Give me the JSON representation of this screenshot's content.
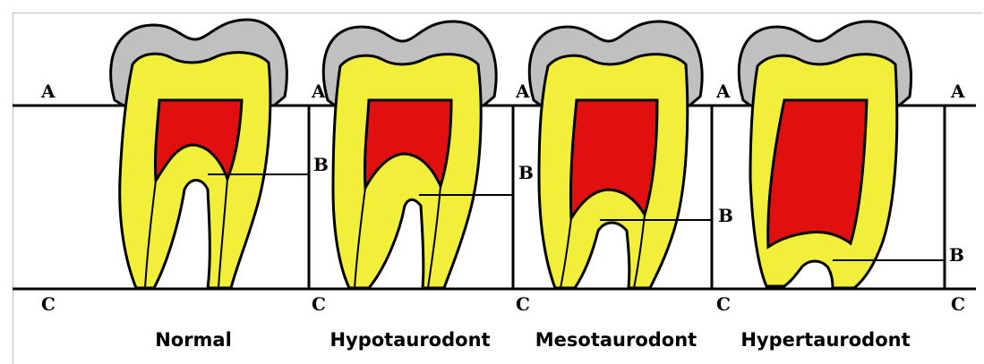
{
  "colors": {
    "enamel": "#c0c0c0",
    "dentin": "#f2ef3a",
    "pulp": "#e01010",
    "outline": "#000000",
    "background": "#ffffff"
  },
  "reference_lines": [
    "A",
    "C"
  ],
  "teeth": [
    {
      "caption": "Normal",
      "label_a": "A",
      "label_b": "B",
      "label_c": "C",
      "pulp_extension": 0.35
    },
    {
      "caption": "Hypotaurodont",
      "label_a": "A",
      "label_b": "B",
      "label_c": "C",
      "pulp_extension": 0.5
    },
    {
      "caption": "Mesotaurodont",
      "label_a": "A",
      "label_b": "B",
      "label_c": "C",
      "pulp_extension": 0.65
    },
    {
      "caption": "Hypertaurodont",
      "label_a": "A",
      "label_b": "B",
      "label_c": "C",
      "pulp_extension": 0.85
    }
  ],
  "right_labels": {
    "a": "A",
    "b": "B",
    "c": "C"
  }
}
